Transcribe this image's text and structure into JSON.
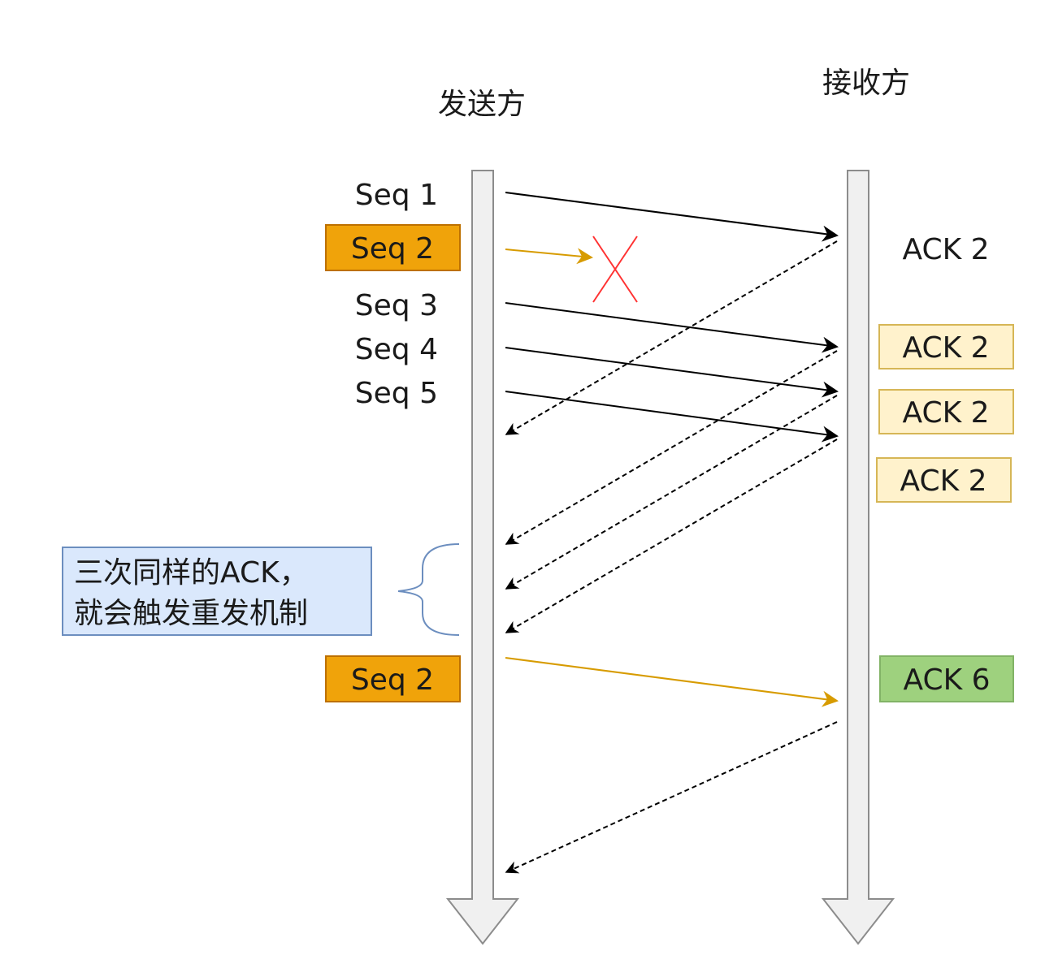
{
  "sender": {
    "title": "发送方"
  },
  "receiver": {
    "title": "接收方"
  },
  "segments": [
    {
      "label": "Seq 1",
      "highlight": false
    },
    {
      "label": "Seq 2",
      "highlight": true
    },
    {
      "label": "Seq 3",
      "highlight": false
    },
    {
      "label": "Seq 4",
      "highlight": false
    },
    {
      "label": "Seq 5",
      "highlight": false
    },
    {
      "label": "Seq 2",
      "highlight": true
    }
  ],
  "acks": [
    {
      "label": "ACK 2",
      "style": "plain"
    },
    {
      "label": "ACK 2",
      "style": "duplicate"
    },
    {
      "label": "ACK 2",
      "style": "duplicate"
    },
    {
      "label": "ACK 2",
      "style": "duplicate"
    },
    {
      "label": "ACK 6",
      "style": "success"
    }
  ],
  "note": {
    "line1": "三次同样的ACK，",
    "line2": "就会触发重发机制"
  },
  "colors": {
    "lifeline_fill": "#f0f0f0",
    "lifeline_stroke": "#8c8c8c",
    "seq_highlight_fill": "#f0a30a",
    "seq_highlight_stroke": "#bd7000",
    "ack_duplicate_fill": "#fff2cc",
    "ack_duplicate_stroke": "#d6b656",
    "ack_success_fill": "#9ed17e",
    "ack_success_stroke": "#82b366",
    "note_fill": "#dae8fc",
    "note_stroke": "#6c8ebf",
    "lost_arrow": "#d79b00",
    "lost_mark": "#ff3333"
  }
}
